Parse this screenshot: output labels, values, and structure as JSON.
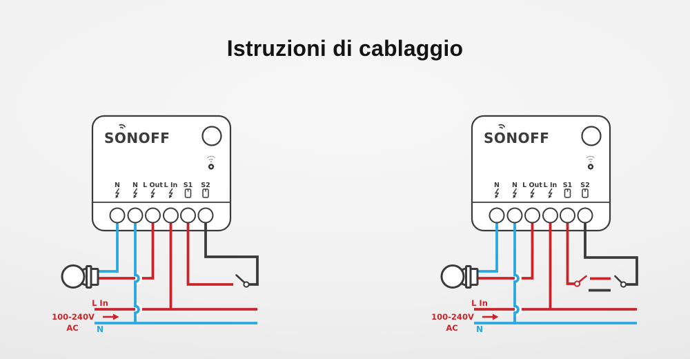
{
  "title": "Istruzioni di cablaggio",
  "colors": {
    "line_red": "#c9242a",
    "neutral_blue": "#2aa7df",
    "outline_dark": "#3a3a3c"
  },
  "device": {
    "brand": "SONOFF",
    "terminals": [
      {
        "label": "N",
        "icon": "lightning-icon"
      },
      {
        "label": "N",
        "icon": "lightning-icon"
      },
      {
        "label": "L Out",
        "icon": "lightning-icon"
      },
      {
        "label": "L In",
        "icon": "lightning-icon"
      },
      {
        "label": "S1",
        "icon": "dry-contact-icon"
      },
      {
        "label": "S2",
        "icon": "dry-contact-icon"
      }
    ]
  },
  "power_labels": {
    "line_in": "L In",
    "voltage": "100-240V",
    "current_type": "AC",
    "neutral": "N"
  },
  "icons": {
    "brand_wifi": "wifi-waves-icon",
    "status": "wifi-status-icon",
    "led": "led-indicator",
    "button": "reset-button",
    "bulb": "light-bulb-icon",
    "flow_arrow": "power-flow-arrow-icon",
    "switch_single": "single-switch-icon",
    "switch_two_way": "two-way-switch-icon"
  }
}
